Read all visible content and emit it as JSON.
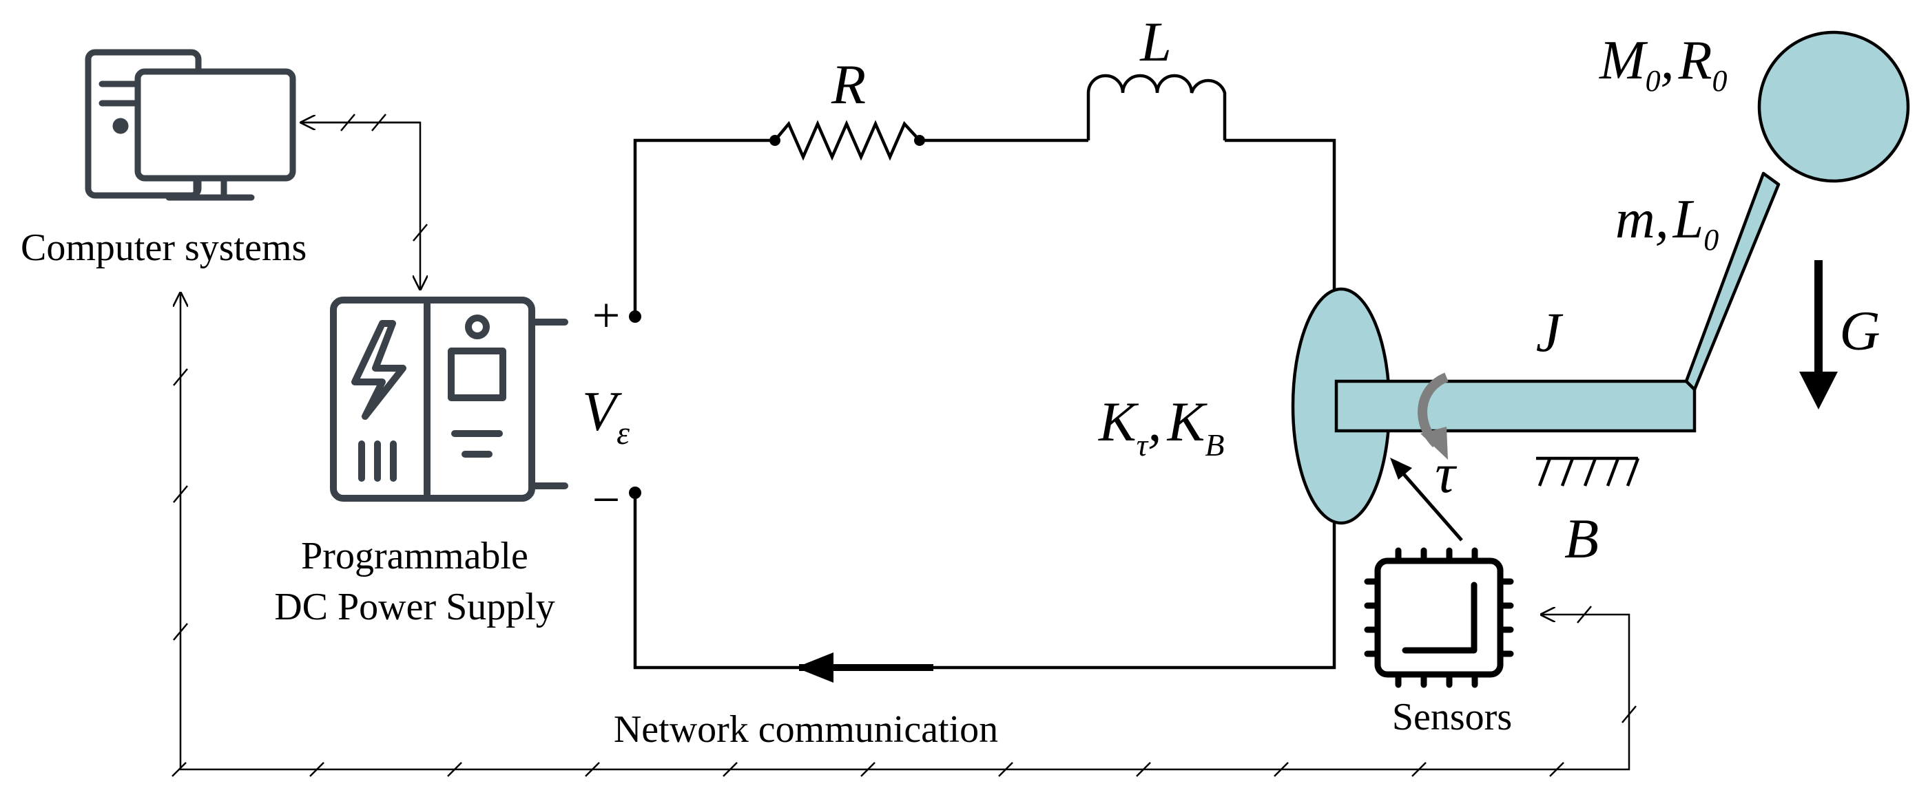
{
  "labels": {
    "computer": "Computer systems",
    "psu_line1": "Programmable",
    "psu_line2": "DC Power Supply",
    "network": "Network communication",
    "sensors": "Sensors"
  },
  "symbols": {
    "R": "R",
    "L": "L",
    "plus": "+",
    "minus": "−",
    "V": "V",
    "V_sub": "ε",
    "K1": "K",
    "K1_sub": "τ",
    "comma": ",",
    "K2": "K",
    "K2_sub": "B",
    "J": "J",
    "tau": "τ",
    "B": "B",
    "G": "G",
    "M": "M",
    "M_sub": "0",
    "R0": "R",
    "R0_sub": "0",
    "m": "m",
    "L0": "L",
    "L0_sub": "0"
  },
  "colors": {
    "motor_fill": "#a8d3d8",
    "rotation_arrow": "#7f7f7f",
    "wire": "#000000",
    "icon_stroke": "#3a4148"
  }
}
